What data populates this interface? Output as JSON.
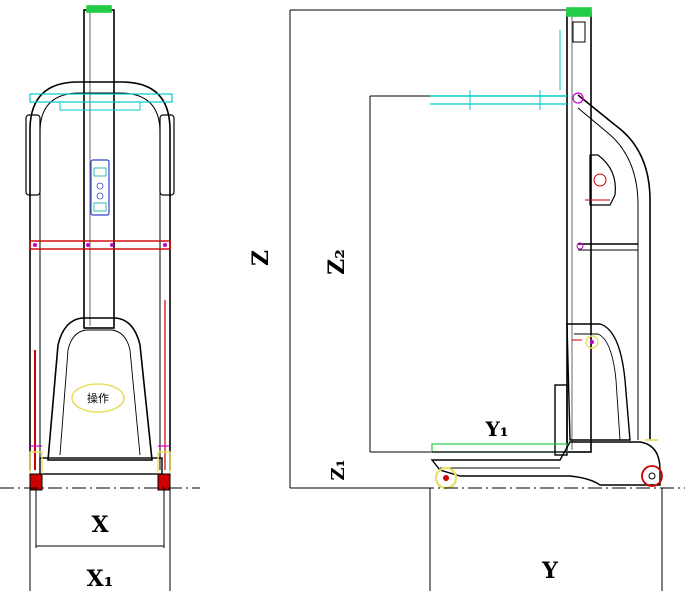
{
  "labels": {
    "x": "X",
    "x1": "X₁",
    "y": "Y",
    "y1": "Y₁",
    "z": "Z",
    "z1": "Z₁",
    "z2": "Z₂"
  },
  "colors": {
    "outline": "#000000",
    "cyan": "#00cccc",
    "green": "#00cc44",
    "red": "#cc0000",
    "magenta": "#cc00cc",
    "yellow": "#e8e060",
    "blue": "#3344cc"
  },
  "front_view": {
    "control_panel_text": "操作"
  }
}
